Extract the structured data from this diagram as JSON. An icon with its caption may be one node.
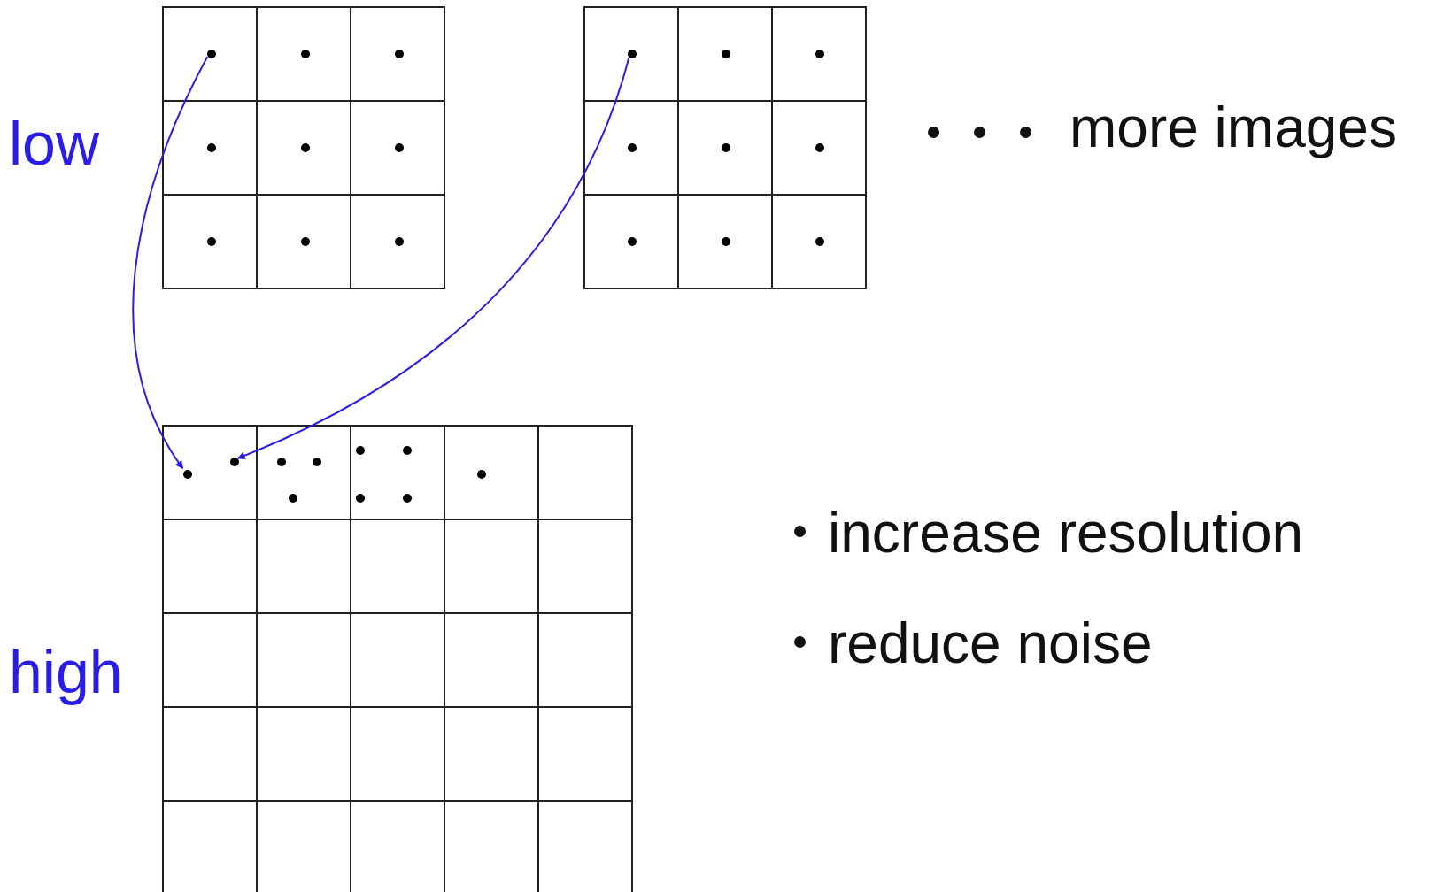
{
  "diagram": {
    "nodes": [
      {
        "text": [],
        "shape": "box"
      },
      {
        "text": [],
        "shape": "box"
      },
      {
        "text": [],
        "shape": "box"
      },
      {
        "text": [],
        "shape": "circle",
        "in": 0
      },
      {
        "text": [],
        "shape": "circle",
        "in": 1
      },
      {
        "text": [],
        "shape": "circle",
        "in": 2
      },
      {
        "text": [],
        "shape": "circle",
        "in": 2
      }
    ],
    "edges": [
      {
        "from": 3,
        "to": 5,
        "arrow": "to",
        "color": "#2a1ee6"
      },
      {
        "from": 4,
        "to": 6,
        "arrow": "to",
        "color": "#2a1ee6"
      }
    ],
    "labels": [
      "low",
      "high",
      "more images",
      "increase resolution",
      "reduce noise"
    ]
  }
}
